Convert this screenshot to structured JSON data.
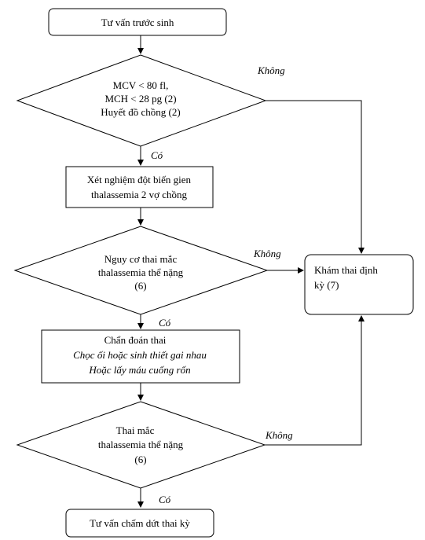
{
  "nodes": {
    "start": "Tư vấn trước sinh",
    "decision1": [
      "MCV < 80 fl,",
      "MCH < 28 pg (2)",
      "Huyết đồ chồng (2)"
    ],
    "test": [
      "Xét nghiệm đột biến gien",
      "thalassemia 2 vợ chồng"
    ],
    "decision2": [
      "Nguy cơ thai mắc",
      "thalassemia thể nặng",
      "(6)"
    ],
    "diagnosis": [
      "Chẩn đoán thai",
      "Chọc ối hoặc sinh thiết gai nhau",
      "Hoặc lấy máu cuống rốn"
    ],
    "decision3": [
      "Thai mắc",
      "thalassemia thể nặng",
      "(6)"
    ],
    "end": "Tư vấn chấm dứt thai kỳ",
    "exam": [
      "Khám thai định",
      "kỳ (7)"
    ]
  },
  "edge_labels": {
    "yes1": "Có",
    "yes2": "Có",
    "yes3": "Có",
    "no1": "Không",
    "no2": "Không",
    "no3": "Không"
  }
}
